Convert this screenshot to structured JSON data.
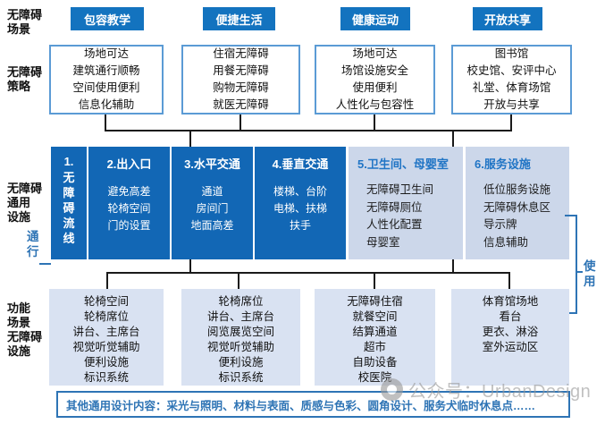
{
  "row_labels": {
    "scene": [
      "无障碍",
      "场景"
    ],
    "strategy": [
      "无障碍",
      "策略"
    ],
    "general": [
      "无障碍",
      "通用",
      "设施"
    ],
    "functional": [
      "功能",
      "场景",
      "无障碍",
      "设施"
    ]
  },
  "scene_buttons": [
    "包容教学",
    "便捷生活",
    "健康运动",
    "开放共享"
  ],
  "strategy_boxes": [
    [
      "场地可达",
      "建筑通行顺畅",
      "空间使用便利",
      "信息化辅助"
    ],
    [
      "住宿无障碍",
      "用餐无障碍",
      "购物无障碍",
      "就医无障碍"
    ],
    [
      "场地可达",
      "场馆设施安全",
      "使用便利",
      "人性化与包容性"
    ],
    [
      "图书馆",
      "校史馆、安评中心",
      "礼堂、体育场馆",
      "开放与共享"
    ]
  ],
  "corridor": {
    "passage_label": "通行",
    "usage_label": "使用",
    "columns": [
      {
        "num": "1.",
        "title": "无障碍流线",
        "items": []
      },
      {
        "title": "2.出入口",
        "items": [
          "避免高差",
          "轮椅空间",
          "门的设置"
        ]
      },
      {
        "title": "3.水平交通",
        "items": [
          "通道",
          "房间门",
          "地面高差"
        ]
      },
      {
        "title": "4.垂直交通",
        "items": [
          "楼梯、台阶",
          "电梯、扶梯",
          "扶手"
        ]
      },
      {
        "title": "5.卫生间、母婴室",
        "items": [
          "无障碍卫生间",
          "无障碍厕位",
          "人性化配置",
          "母婴室"
        ]
      },
      {
        "title": "6.服务设施",
        "items": [
          "低位服务设施",
          "无障碍休息区",
          "导示牌",
          "信息辅助"
        ]
      }
    ]
  },
  "functional_boxes": [
    [
      "轮椅空间",
      "轮椅席位",
      "讲台、主席台",
      "视觉听觉辅助",
      "便利设施",
      "标识系统"
    ],
    [
      "轮椅席位",
      "讲台、主席台",
      "阅览展览空间",
      "视觉听觉辅助",
      "便利设施",
      "标识系统"
    ],
    [
      "无障碍住宿",
      "就餐空间",
      "结算通道",
      "超市",
      "自助设备",
      "校医院"
    ],
    [
      "体育馆场地",
      "看台",
      "更衣、淋浴",
      "室外运动区"
    ]
  ],
  "footer_bar": {
    "text": "其他通用设计内容：采光与照明、材料与表面、质感与色彩、圆角设计、服务犬临时休息点……"
  },
  "watermark": {
    "icon": "swirl-logo-icon",
    "text": "公众号：UrbanDesign"
  },
  "colors": {
    "primary_blue": "#1267b5",
    "button_blue": "#1373bf",
    "light_column_bg": "#ccd7ea",
    "functional_box_bg": "#d9e2f2",
    "white_box_border": "#5b9bd5",
    "accent_blue": "#2e74b5",
    "light_header_text": "#2175c5",
    "connector_black": "#1a1a1a",
    "watermark_grey": "#9b9b9b"
  }
}
